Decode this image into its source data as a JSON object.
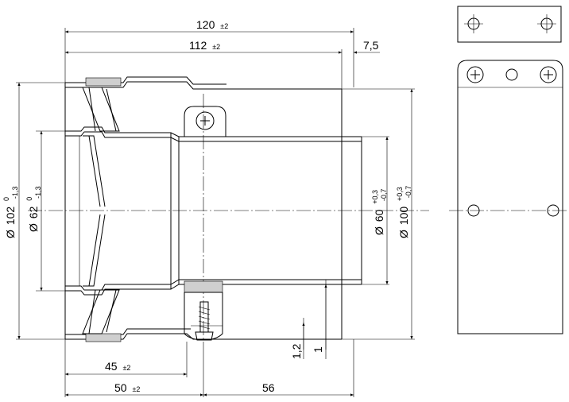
{
  "dimensions": {
    "overall_length": {
      "value": "120",
      "tol": "±2"
    },
    "length_inner": {
      "value": "112",
      "tol": "±2"
    },
    "offset": {
      "value": "7,5"
    },
    "socket_depth": {
      "value": "45",
      "tol": "±2"
    },
    "clamp_position": {
      "value": "50",
      "tol": "±2"
    },
    "pipe_length": {
      "value": "56"
    },
    "wall_outer": {
      "value": "1,2"
    },
    "wall_inner": {
      "value": "1"
    },
    "dia_outer_socket": {
      "symbol": "Ø",
      "value": "102",
      "tol_upper": "0",
      "tol_lower": "-1,3"
    },
    "dia_inner_socket": {
      "symbol": "Ø",
      "value": "62",
      "tol_upper": "0",
      "tol_lower": "-1,3"
    },
    "dia_inner_pipe": {
      "symbol": "Ø",
      "value": "60",
      "tol_upper": "+0,3",
      "tol_lower": "-0,7"
    },
    "dia_outer_pipe": {
      "symbol": "Ø",
      "value": "100",
      "tol_upper": "+0,3",
      "tol_lower": "-0,7"
    }
  }
}
